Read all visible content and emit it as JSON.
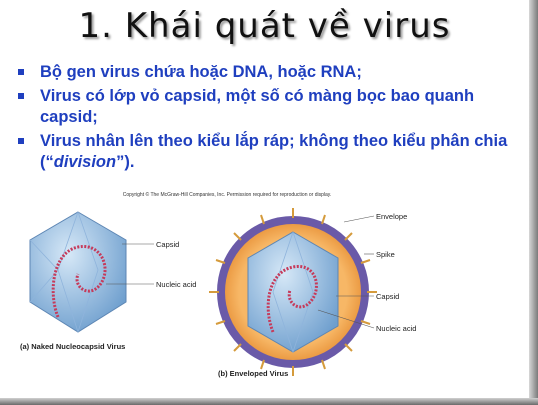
{
  "slide": {
    "title": "1. Khái quát về virus",
    "bullets": [
      "Bộ gen virus chứa hoặc DNA, hoặc RNA;",
      "Virus có lớp vỏ capsid, một số có màng bọc bao quanh capsid;"
    ],
    "bullet3": {
      "before": "Virus nhân lên theo kiểu lắp ráp; không theo kiểu phân chia (“",
      "emph": "division",
      "after": "”)."
    }
  },
  "figure": {
    "copyright": "Copyright © The McGraw-Hill Companies, Inc. Permission required for reproduction or display.",
    "labels": {
      "capsid_a": "Capsid",
      "nucleic_a": "Nucleic acid",
      "envelope": "Envelope",
      "spike": "Spike",
      "capsid_b": "Capsid",
      "nucleic_b": "Nucleic acid"
    },
    "caption_a": "(a) Naked Nucleocapsid Virus",
    "caption_b": "(b) Enveloped Virus"
  },
  "colors": {
    "bullet_text": "#1f3fbf",
    "capsid": "#a9c9ea",
    "envelope": "#6a5aa8",
    "envelope_fill": "#f2a653",
    "spike": "#d59b3c",
    "nucleic_acid": "#c63a5a"
  }
}
